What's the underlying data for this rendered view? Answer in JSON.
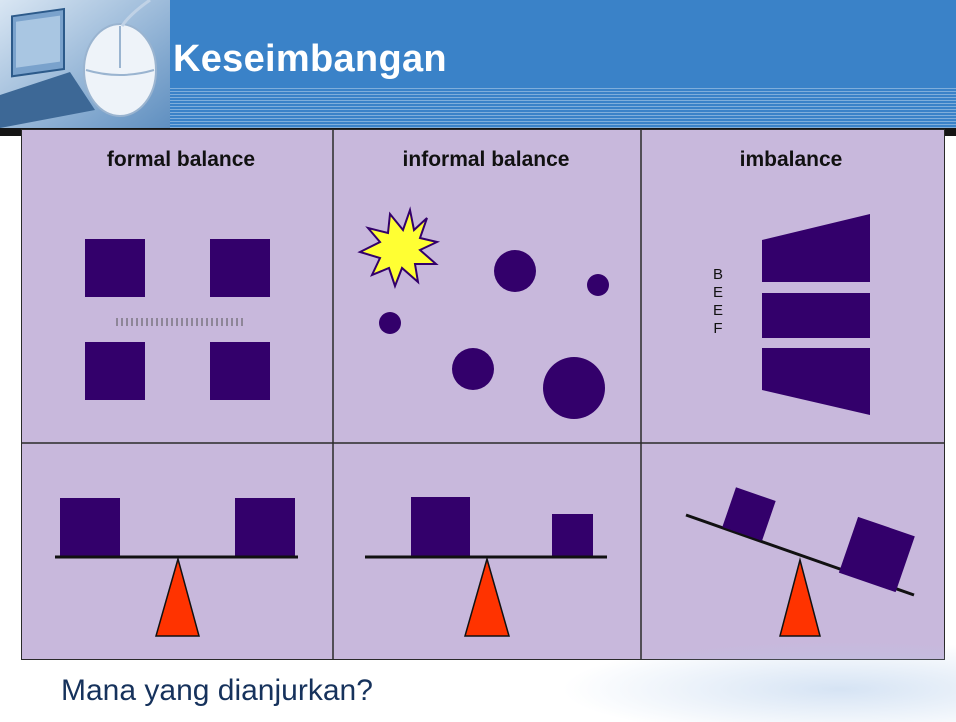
{
  "slide": {
    "title": "Keseimbangan",
    "question": "Mana yang dianjurkan?"
  },
  "figure": {
    "panels": [
      {
        "title": "formal balance"
      },
      {
        "title": "informal balance"
      },
      {
        "title": "imbalance"
      }
    ],
    "side_text": [
      "B",
      "E",
      "E",
      "F"
    ]
  },
  "colors": {
    "header_bar": "#3a82c8",
    "figure_background": "#c8b8dc",
    "shape_fill": "#33006b",
    "fulcrum_fill": "#ff3300",
    "starburst_fill": "#ffff33",
    "question_text": "#16325c"
  }
}
